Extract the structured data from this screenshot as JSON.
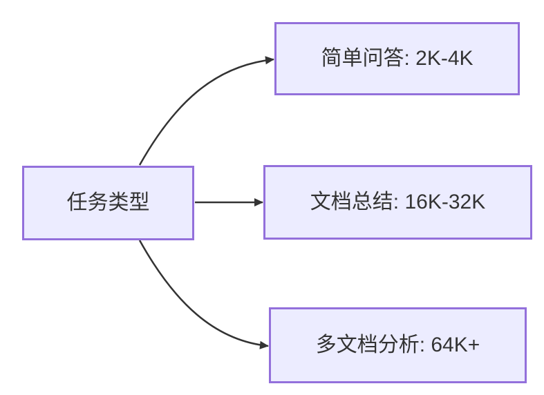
{
  "colors": {
    "background": "#FFFFFF",
    "node_fill": "#ECECFF",
    "node_border": "#9370DB",
    "arrow": "#333333",
    "text": "#333333"
  },
  "diagram": {
    "type": "flowchart",
    "direction": "left-to-right",
    "nodes": [
      {
        "id": "task-type",
        "label": "任务类型"
      },
      {
        "id": "simple-qa",
        "label": "简单问答: 2K-4K"
      },
      {
        "id": "doc-summary",
        "label": "文档总结: 16K-32K"
      },
      {
        "id": "multidoc-analysis",
        "label": "多文档分析: 64K+"
      }
    ],
    "edges": [
      {
        "from": "task-type",
        "to": "simple-qa"
      },
      {
        "from": "task-type",
        "to": "doc-summary"
      },
      {
        "from": "task-type",
        "to": "multidoc-analysis"
      }
    ]
  }
}
